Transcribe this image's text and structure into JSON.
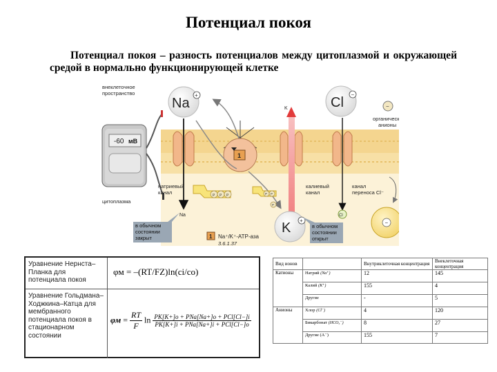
{
  "title": "Потенциал покоя",
  "definition": "Потенциал покоя – разность потенциалов между цитоплазмой и окружающей средой в нормально функционирующей клетке",
  "diagram": {
    "extracellular_label": [
      "внеклеточное",
      "пространство"
    ],
    "cytoplasm_label": "цитоплазма",
    "voltmeter_reading": "-60",
    "voltmeter_unit": "мВ",
    "na_label": "Na",
    "cl_label": "Cl",
    "k_label": "K",
    "k_small": "K",
    "na_small": "Na",
    "cl_small": "Cl",
    "organic_anions_label": [
      "органические",
      "анионы"
    ],
    "na_channel_label": [
      "натриевый",
      "канал"
    ],
    "k_channel_label": [
      "калиевый",
      "канал"
    ],
    "cl_channel_label": [
      "канал",
      "переноса Cl⁻"
    ],
    "closed_state_label": [
      "в обычном",
      "состоянии",
      "закрыт"
    ],
    "open_state_label": [
      "в обычном",
      "состоянии",
      "открыт"
    ],
    "pump_number": "1",
    "pump_name": "Na⁺/K⁺-АТР-аза",
    "pump_code": "3.6.1.37",
    "atp_labels": [
      "P",
      "P",
      "P"
    ],
    "adp_labels": [
      "P",
      "P"
    ],
    "pi_label": "P"
  },
  "equations": [
    {
      "label": "Уравнение Нернста–Планка для потенциала покоя",
      "formula": "φм = –(RT/FZ)ln(ci/co)"
    },
    {
      "label": "Уравнение Гольдмана–Ходжкина–Катца для мембранного потенциала покоя в стационарном состоянии",
      "phi": "φм",
      "rt": "RT",
      "f": "F",
      "ln": "ln",
      "numerator": "PK[K+]o + PNa[Na+]o + PCl[Cl−]i",
      "denominator": "PK[K+]i + PNa[Na+]i + PCl[Cl−]o"
    }
  ],
  "ion_table": {
    "headers": [
      "Вид ионов",
      "",
      "Внутриклеточная концентрация",
      "Внеклеточная концентрация"
    ],
    "groups": [
      {
        "name": "Катионы",
        "rows": [
          {
            "ion": "Натрий",
            "symbol": "(Na⁺)",
            "inside": "12",
            "outside": "145"
          },
          {
            "ion": "Калий",
            "symbol": "(K⁺)",
            "inside": "155",
            "outside": "4"
          },
          {
            "ion": "Другие",
            "symbol": "",
            "inside": "-",
            "outside": "5"
          }
        ]
      },
      {
        "name": "Анионы",
        "rows": [
          {
            "ion": "Хлор",
            "symbol": "(Cl⁻)",
            "inside": "4",
            "outside": "120"
          },
          {
            "ion": "Бикарбонат",
            "symbol": "(HCO₃⁻)",
            "inside": "8",
            "outside": "27"
          },
          {
            "ion": "Другие (A⁻)",
            "symbol": "",
            "inside": "155",
            "outside": "7"
          }
        ]
      }
    ]
  }
}
